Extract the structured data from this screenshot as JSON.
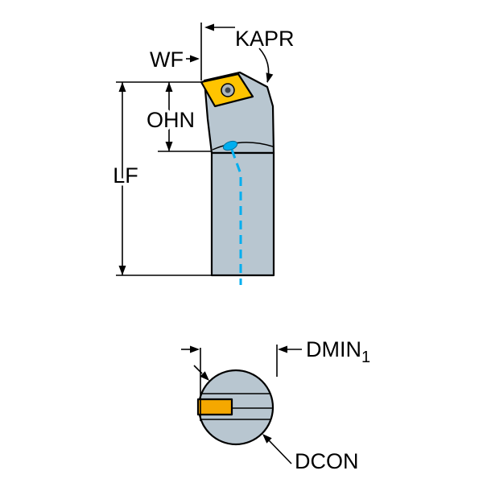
{
  "diagram": {
    "labels": {
      "kapr": "KAPR",
      "wf": "WF",
      "ohn": "OHN",
      "lf": "LF",
      "dmin": "DMIN",
      "dmin_sub": "1",
      "dcon": "DCON"
    },
    "colors": {
      "body": "#b8c6d0",
      "insert": "#ffc400",
      "insert_end": "#f5a800",
      "coolant": "#00aeef",
      "outline": "#000000"
    }
  }
}
